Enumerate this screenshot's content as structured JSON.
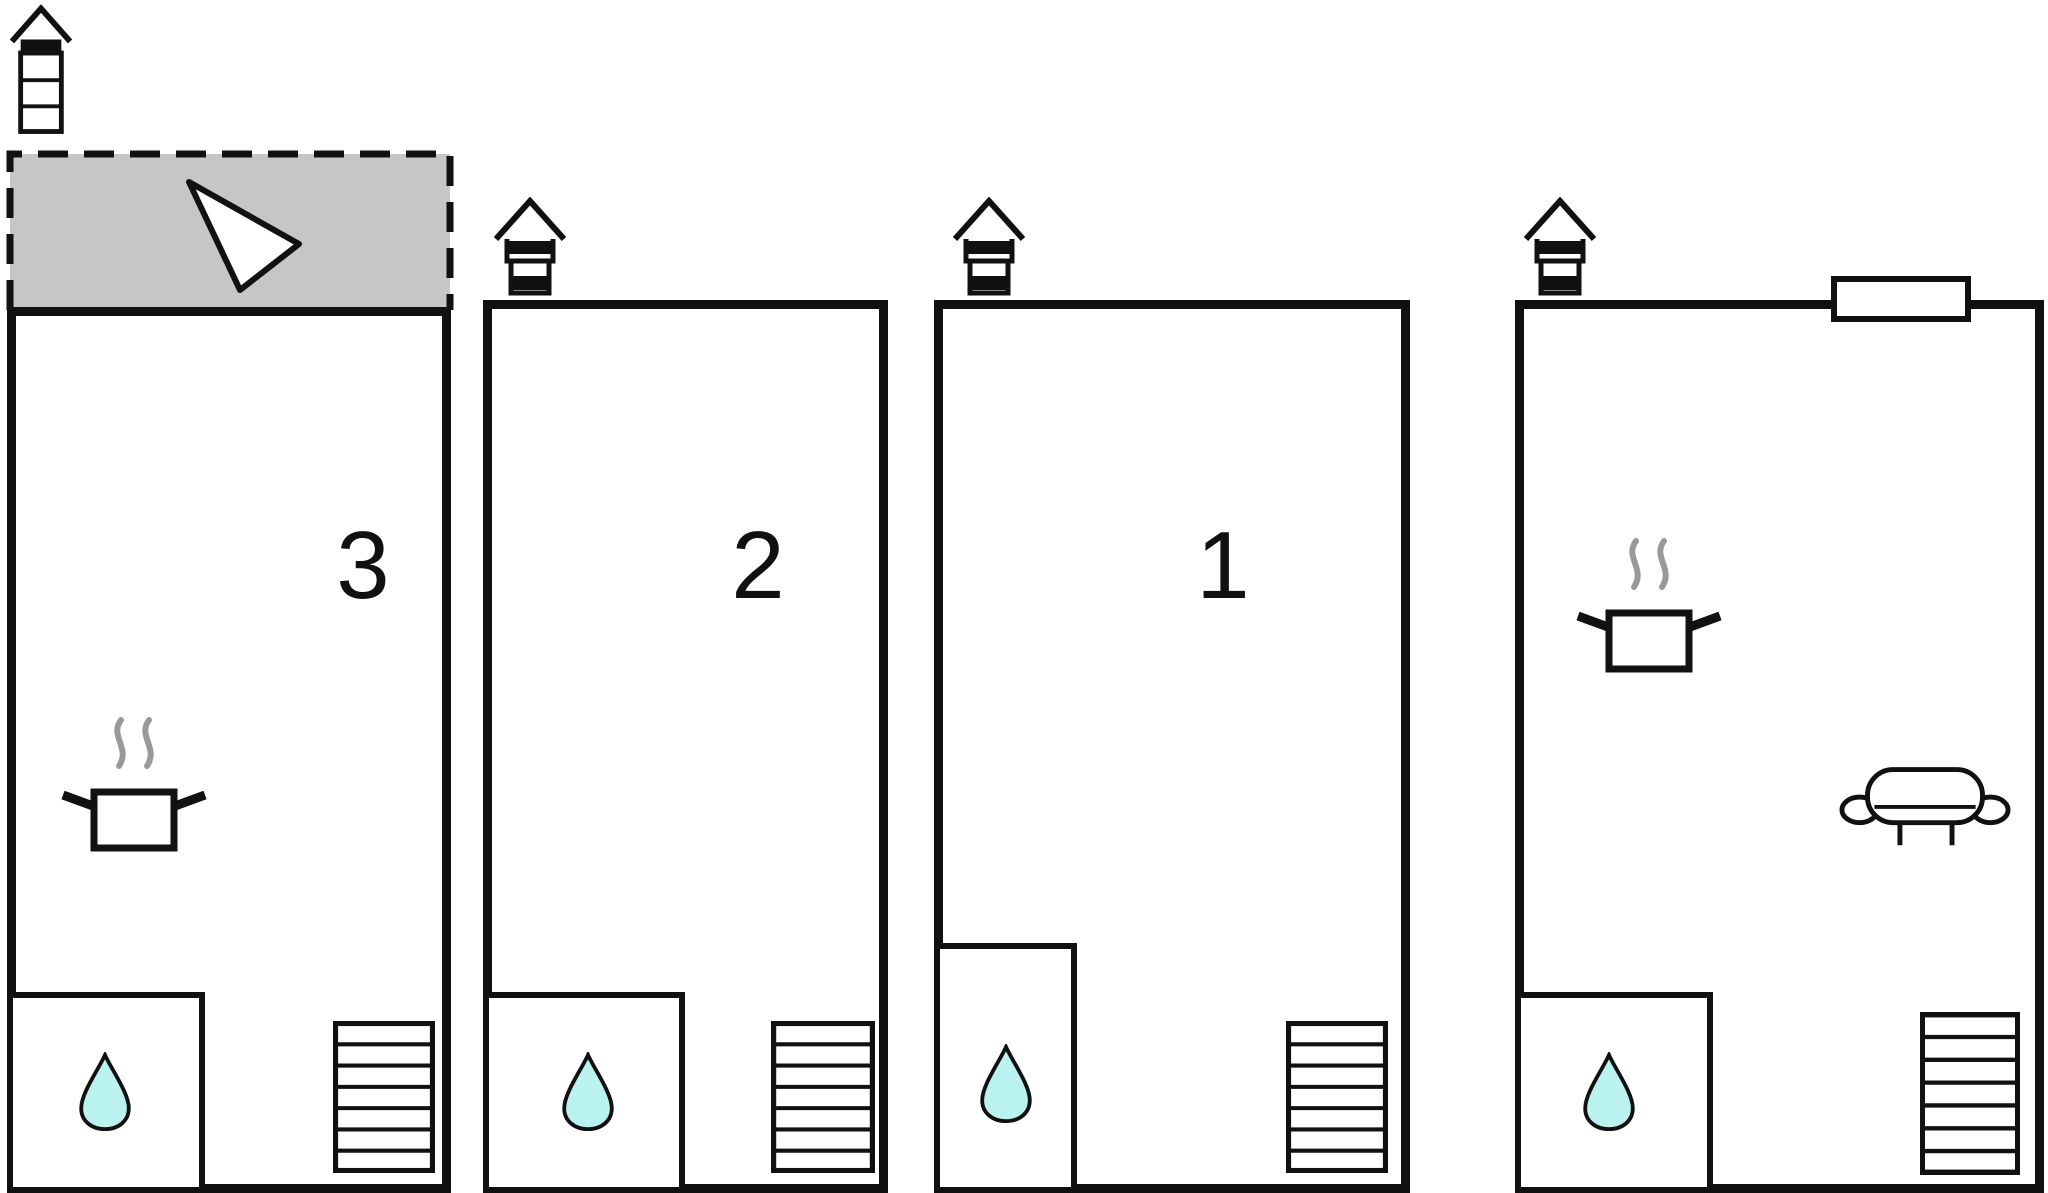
{
  "document": {
    "type": "floor-plan",
    "background": "#ffffff"
  },
  "colors": {
    "wall": "#111111",
    "water": "#b9f2ef",
    "terrace": "#c6c6c6",
    "steam": "#999999"
  },
  "units": [
    {
      "label": "3",
      "features": [
        "roof-vent",
        "terrace",
        "direction-arrow",
        "cooking-pot",
        "water-drop",
        "stairs"
      ]
    },
    {
      "label": "2",
      "features": [
        "roof-vent",
        "water-drop",
        "stairs"
      ]
    },
    {
      "label": "1",
      "features": [
        "roof-vent",
        "water-drop",
        "stairs"
      ]
    },
    {
      "label": "",
      "features": [
        "roof-vent",
        "window",
        "cooking-pot",
        "sofa",
        "water-drop",
        "stairs"
      ]
    }
  ]
}
